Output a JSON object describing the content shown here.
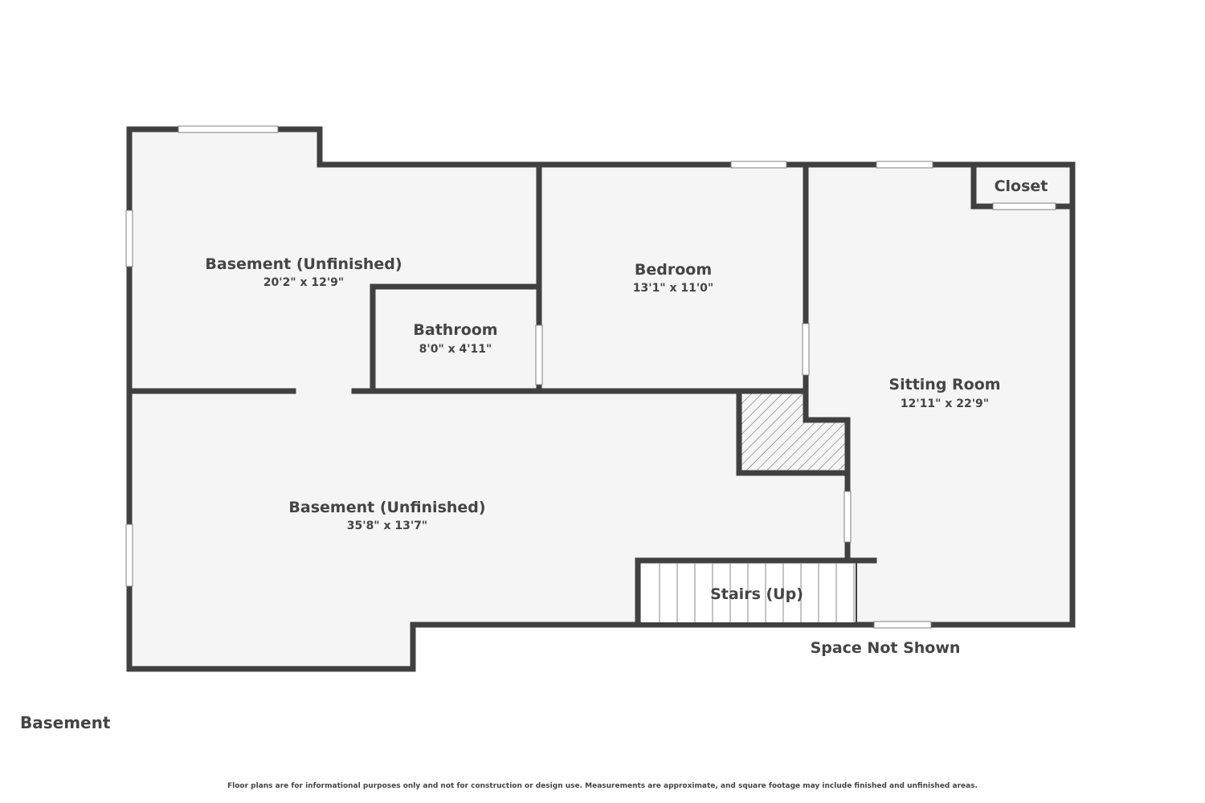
{
  "floor_label": "Basement",
  "disclaimer": "Floor plans are for informational purposes only and not for construction or design use. Measurements are approximate, and square footage may include finished and unfinished areas.",
  "colors": {
    "wall": "#404040",
    "floor": "#f5f5f5",
    "text": "#444444",
    "background": "#ffffff"
  },
  "rooms": {
    "basement_upper": {
      "name": "Basement (Unfinished)",
      "dims": "20'2\" x 12'9\""
    },
    "bathroom": {
      "name": "Bathroom",
      "dims": "8'0\" x 4'11\""
    },
    "bedroom": {
      "name": "Bedroom",
      "dims": "13'1\" x 11'0\""
    },
    "sitting_room": {
      "name": "Sitting Room",
      "dims": "12'11\" x 22'9\""
    },
    "closet": {
      "name": "Closet"
    },
    "basement_lower": {
      "name": "Basement (Unfinished)",
      "dims": "35'8\" x 13'7\""
    },
    "stairs": {
      "name": "Stairs (Up)"
    }
  },
  "space_not_shown": "Space Not Shown"
}
